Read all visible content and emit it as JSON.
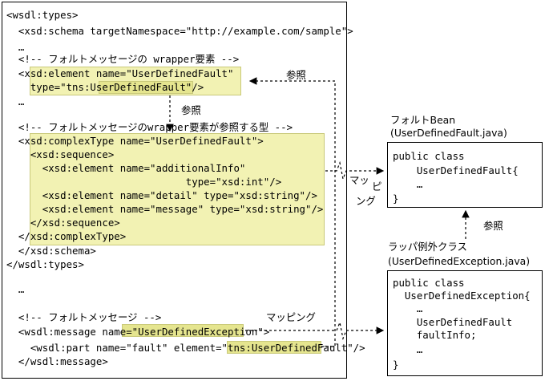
{
  "left_panel": {
    "lines": [
      "<wsdl:types>",
      "  <xsd:schema targetNamespace=\"http://example.com/sample\">",
      "  …",
      "  <!-- フォルトメッセージの wrapper要素 -->",
      "  <xsd:element name=\"UserDefinedFault\"",
      "    type=\"tns:UserDefinedFault\"/>",
      "  …",
      "  <!-- フォルトメッセージのwrapper要素が参照する型 -->",
      "  <xsd:complexType name=\"UserDefinedFault\">",
      "    <xsd:sequence>",
      "      <xsd:element name=\"additionalInfo\"",
      "                              type=\"xsd:int\"/>",
      "      <xsd:element name=\"detail\" type=\"xsd:string\"/>",
      "      <xsd:element name=\"message\" type=\"xsd:string\"/>",
      "    </xsd:sequence>",
      "  </xsd:complexType>",
      "  </xsd:schema>",
      "</wsdl:types>",
      "",
      "  …",
      "",
      "  <!-- フォルトメッセージ -->",
      "  <wsdl:message name=\"UserDefinedException\">",
      "    <wsdl:part name=\"fault\" element=\"tns:UserDefinedFault\"/>",
      "  </wsdl:message>"
    ]
  },
  "fault_bean": {
    "title": "フォルトBean",
    "file": "(UserDefinedFault.java)",
    "lines": [
      "public class",
      "    UserDefinedFault{",
      "    …",
      "}"
    ]
  },
  "wrapper_class": {
    "title": "ラッパ例外クラス",
    "file": "(UserDefinedException.java)",
    "lines": [
      "public class",
      "  UserDefinedException{",
      "    …",
      "    UserDefinedFault",
      "    faultInfo;",
      "    …",
      "}"
    ]
  },
  "arrows": {
    "ref_top": "参照",
    "ref_middle": "参照",
    "ref_right": "参照",
    "mapping_middle_1": "マッ",
    "mapping_middle_2": "ピ",
    "mapping_middle_3": "ング",
    "mapping_bottom": "マッピング"
  }
}
